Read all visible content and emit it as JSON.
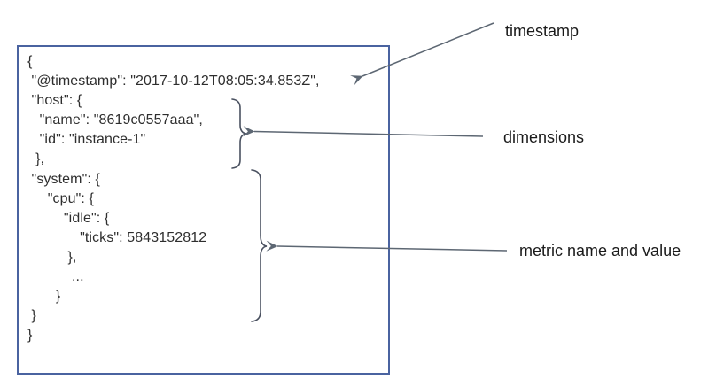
{
  "document_box": {
    "description": "example-metric-event-json",
    "code_lines": [
      "{",
      " \"@timestamp\": \"2017-10-12T08:05:34.853Z\",",
      " \"host\": {",
      "   \"name\": \"8619c0557aaa\",",
      "   \"id\": \"instance-1\"",
      "  },",
      " \"system\": {",
      "     \"cpu\": {",
      "         \"idle\": {",
      "             \"ticks\": 5843152812",
      "          },",
      "           ...",
      "       }",
      " }",
      "}"
    ],
    "timestamp_value": "2017-10-12T08:05:34.853Z",
    "host_name_value": "8619c0557aaa",
    "host_id_value": "instance-1",
    "metric_value": "5843152812"
  },
  "annotations": [
    {
      "label": "timestamp"
    },
    {
      "label": "dimensions"
    },
    {
      "label": "metric name and value"
    }
  ],
  "colors": {
    "box_border": "#4a63a0",
    "code_text": "#2e2e2e",
    "label_text": "#1a1a1a",
    "arrow": "#5d6773",
    "brace": "#4a5160",
    "background": "#ffffff"
  }
}
